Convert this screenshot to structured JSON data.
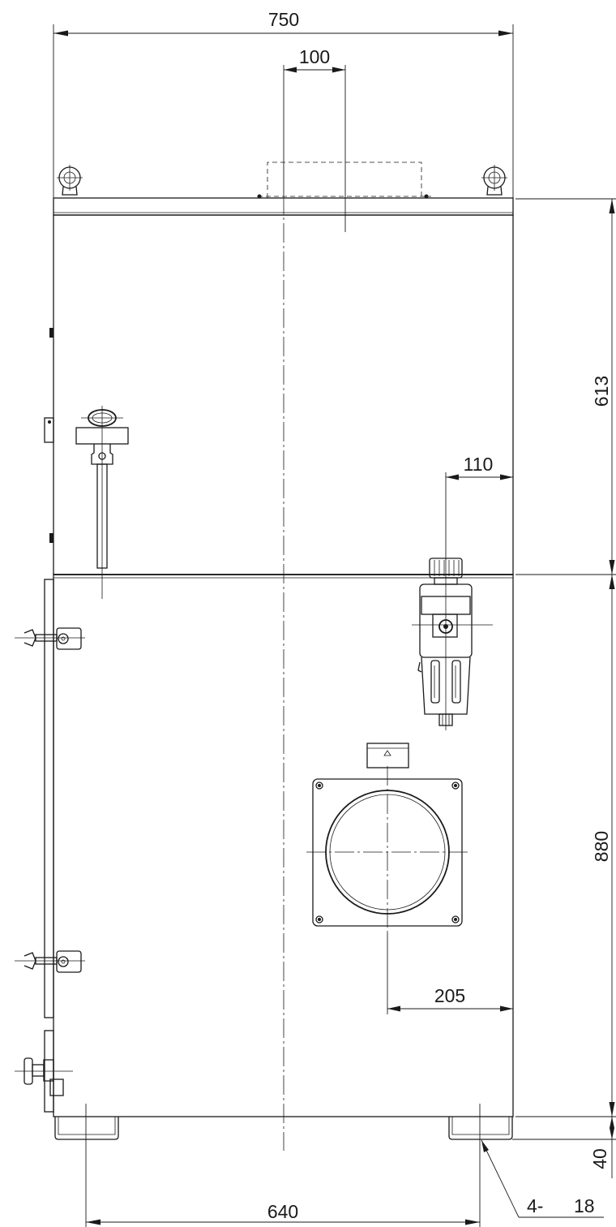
{
  "dimensions": {
    "overall_width": "750",
    "top_duct_width": "100",
    "upper_height": "613",
    "regulator_offset": "110",
    "lower_height": "880",
    "duct_offset": "205",
    "foot_height": "40",
    "foot_spacing": "640",
    "hole_callout": "4-",
    "hole_size": "18"
  },
  "colors": {
    "line": "#1a1a1a",
    "background": "#ffffff"
  }
}
